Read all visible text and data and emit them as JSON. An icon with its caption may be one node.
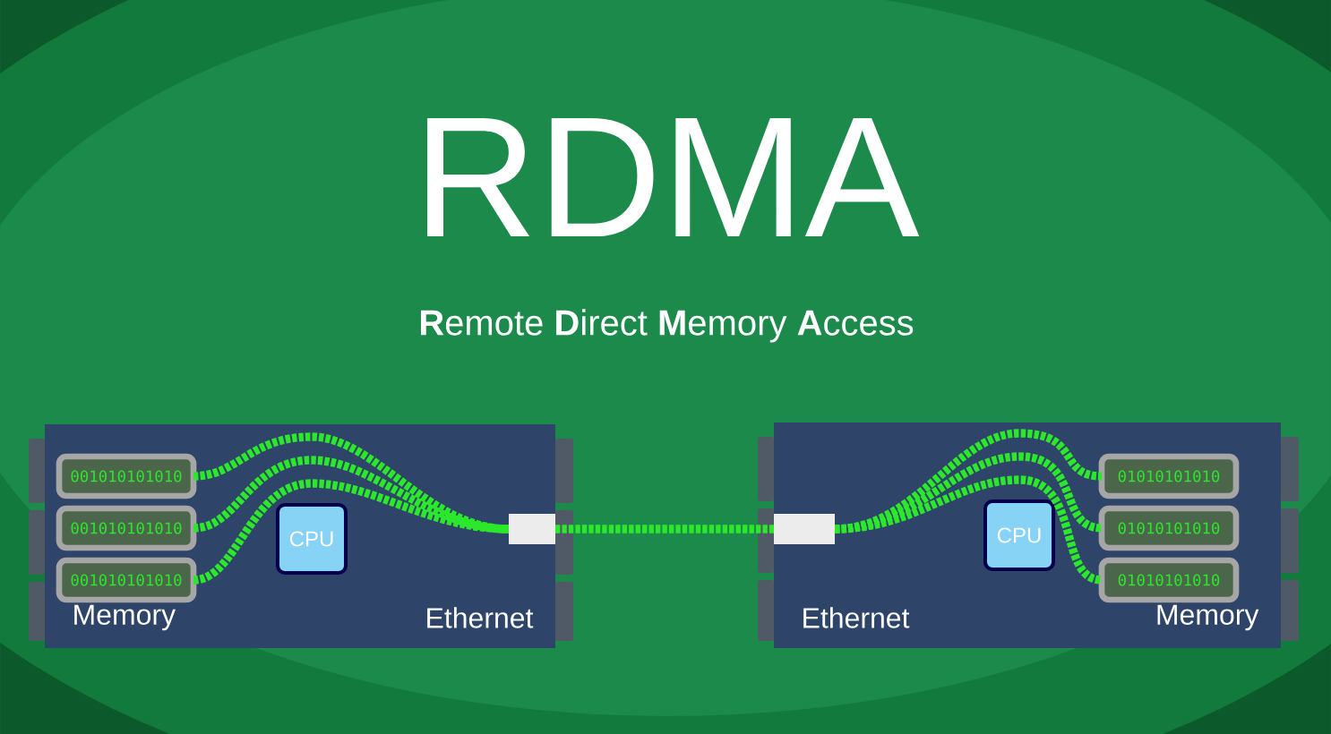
{
  "diagram": {
    "title": "RDMA",
    "caption": "**R**emote **D**irect **M**emory **A**ccess",
    "nodes": [
      {
        "text": [
          "Memory",
          "Ethernet"
        ]
      },
      {
        "text": [
          "001010101010"
        ],
        "in": 0
      },
      {
        "text": [
          "001010101010"
        ],
        "in": 0
      },
      {
        "text": [
          "001010101010"
        ],
        "in": 0
      },
      {
        "text": [
          "CPU"
        ],
        "in": 0
      },
      {
        "text": [],
        "shape": "box",
        "in": 0
      },
      {
        "text": [
          "Ethernet",
          "Memory"
        ]
      },
      {
        "text": [],
        "shape": "box",
        "in": 6
      },
      {
        "text": [
          "CPU"
        ],
        "in": 6
      },
      {
        "text": [
          "01010101010"
        ],
        "in": 6
      },
      {
        "text": [
          "01010101010"
        ],
        "in": 6
      },
      {
        "text": [
          "01010101010"
        ],
        "in": 6
      }
    ],
    "edges": [
      {
        "from": 1,
        "to": 5,
        "arrow": "none"
      },
      {
        "from": 2,
        "to": 5,
        "arrow": "none"
      },
      {
        "from": 3,
        "to": 5,
        "arrow": "none"
      },
      {
        "from": 5,
        "to": 7,
        "arrow": "none"
      },
      {
        "from": 7,
        "to": 9,
        "arrow": "none"
      },
      {
        "from": 7,
        "to": 10,
        "arrow": "none"
      },
      {
        "from": 7,
        "to": 11,
        "arrow": "none"
      }
    ]
  }
}
